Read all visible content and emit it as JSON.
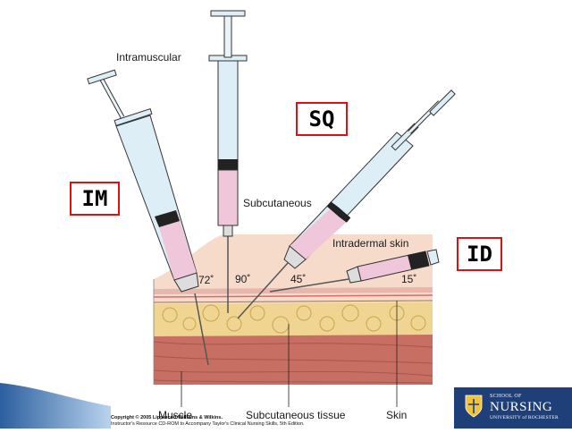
{
  "tags": {
    "im": "IM",
    "sq": "SQ",
    "id": "ID"
  },
  "labels": {
    "intramuscular": "Intramuscular",
    "subcutaneous": "Subcutaneous",
    "intradermal_skin": "Intradermal skin",
    "muscle": "Muscle",
    "subcutaneous_tissue": "Subcutaneous tissue",
    "skin": "Skin"
  },
  "angles": {
    "im": "72˚",
    "sq_vertical": "90˚",
    "sq_angled": "45˚",
    "id": "15˚"
  },
  "copyright": {
    "line1": "Copyright © 2005 Lippincott Williams & Wilkins.",
    "line2": "Instructor's Resource CD-ROM to Accompany Taylor's Clinical Nursing Skills, 5th Edition."
  },
  "logo": {
    "line1": "SCHOOL OF",
    "line2": "NURSING",
    "line3": "UNIVERSITY of ROCHESTER"
  },
  "colors": {
    "tag_border": "#e01010",
    "syringe_barrel": "#ddeef6",
    "syringe_fluid": "#efc6da",
    "skin": "#f6dbcb",
    "fat": "#efd591",
    "muscle": "#c86f63",
    "logo_bg": "#1f3f78",
    "corner_swoosh": "#2c5f9e"
  },
  "icons": {
    "logo": "university-shield-icon"
  }
}
